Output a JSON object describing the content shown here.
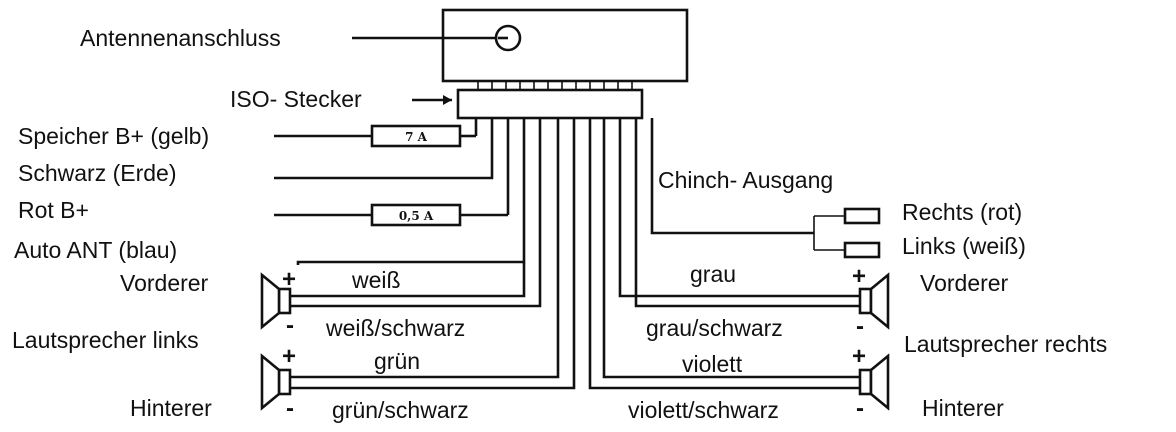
{
  "labels": {
    "antenna": "Antennenanschluss",
    "iso": "ISO- Stecker",
    "memory": "Speicher B+ (gelb)",
    "ground": "Schwarz (Erde)",
    "ignition": "Rot B+",
    "auto_ant": "Auto ANT (blau)",
    "cinch": "Chinch- Ausgang",
    "right": "Rechts (rot)",
    "left": "Links (weiß)",
    "front_l": "Vorderer",
    "speaker_l": "Lautsprecher links",
    "rear_l": "Hinterer",
    "front_r": "Vorderer",
    "speaker_r": "Lautsprecher rechts",
    "rear_r": "Hinterer",
    "plus": "+",
    "minus": "-"
  },
  "fuses": {
    "memory": "7 A",
    "ignition": "0,5 A"
  },
  "wires": {
    "white": "weiß",
    "white_black": "weiß/schwarz",
    "green": "grün",
    "green_black": "grün/schwarz",
    "grey": "grau",
    "grey_black": "grau/schwarz",
    "violet": "violett",
    "violet_black": "violett/schwarz"
  }
}
